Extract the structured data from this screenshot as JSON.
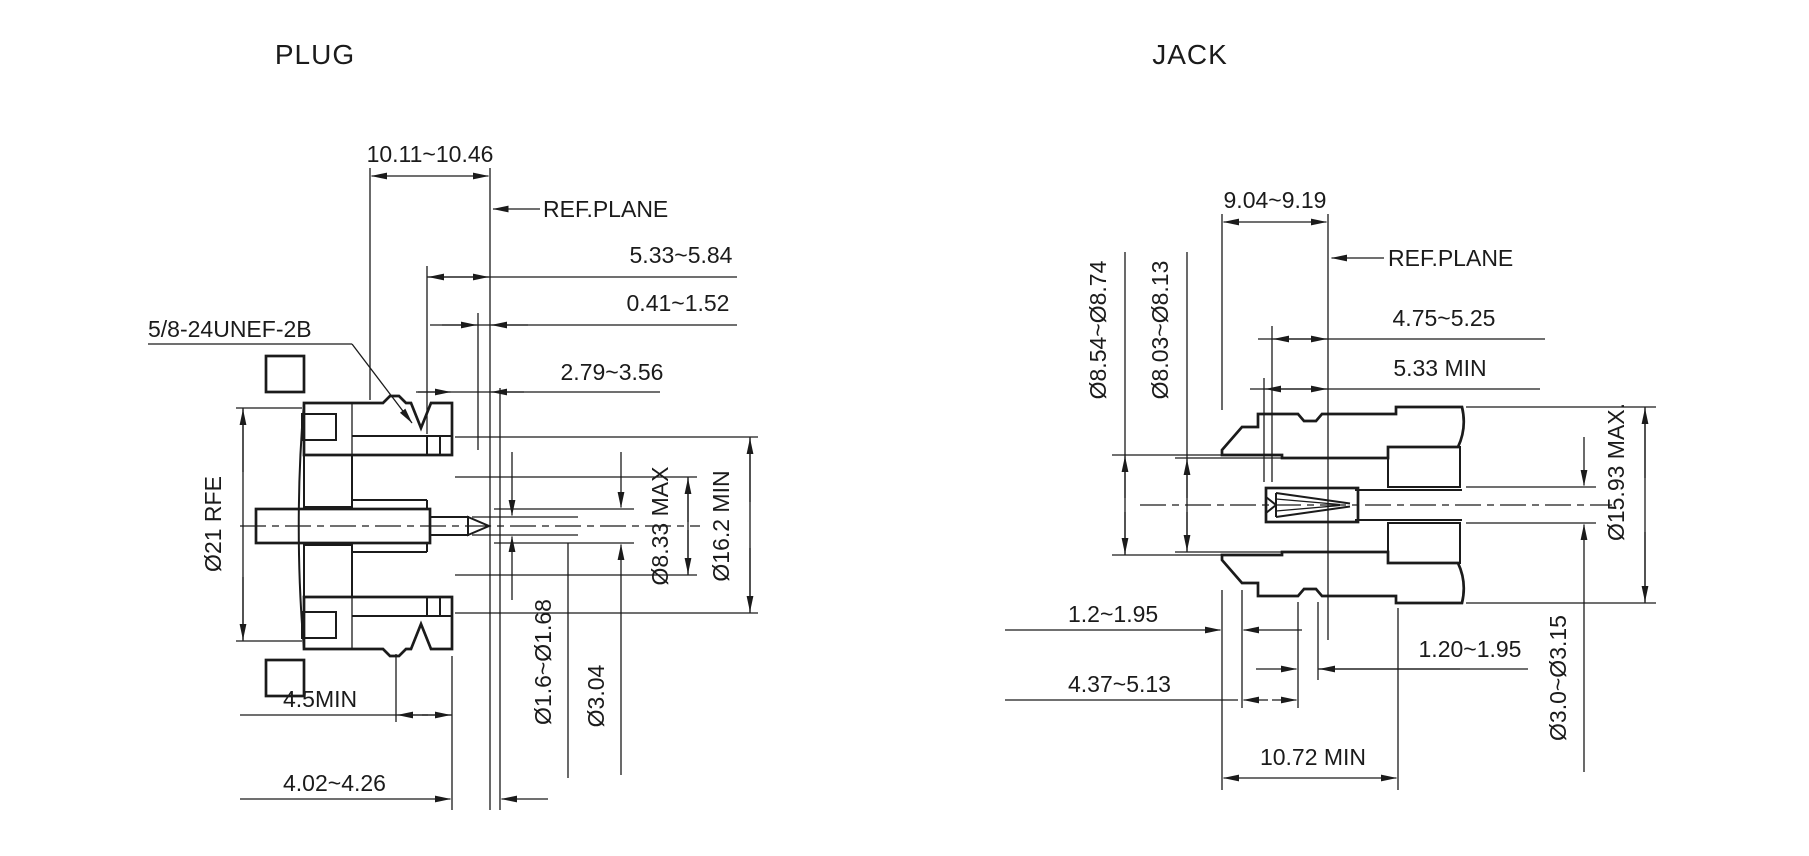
{
  "drawing": {
    "background": "#ffffff",
    "line_color": "#1b1b1b"
  },
  "plug": {
    "title": "PLUG",
    "labels": {
      "thread": "5/8-24UNEF-2B",
      "ref_plane": "REF.PLANE",
      "overall_length": "10.11~10.46",
      "len_a": "5.33~5.84",
      "len_b": "0.41~1.52",
      "len_c": "2.79~3.56",
      "dia_body": "Ø21 RFE",
      "dia_insulator_max": "Ø8.33 MAX",
      "dia_bore_min": "Ø16.2 MIN",
      "dia_pin": "Ø1.6~Ø1.68",
      "dia_pin_base": "Ø3.04",
      "depth_min": "4.5MIN",
      "pin_setback": "4.02~4.26"
    }
  },
  "jack": {
    "title": "JACK",
    "labels": {
      "ref_plane": "REF.PLANE",
      "overall_length": "9.04~9.19",
      "dia_counterbore": "Ø8.54~Ø8.74",
      "dia_bore": "Ø8.03~Ø8.13",
      "len_a": "4.75~5.25",
      "len_b": "5.33 MIN",
      "dia_body_max": "Ø15.93 MAX.",
      "step_a": "1.2~1.95",
      "step_b": "4.37~5.13",
      "step_c": "1.20~1.95",
      "dia_contact": "Ø3.0~Ø3.15",
      "depth_min": "10.72 MIN"
    }
  }
}
